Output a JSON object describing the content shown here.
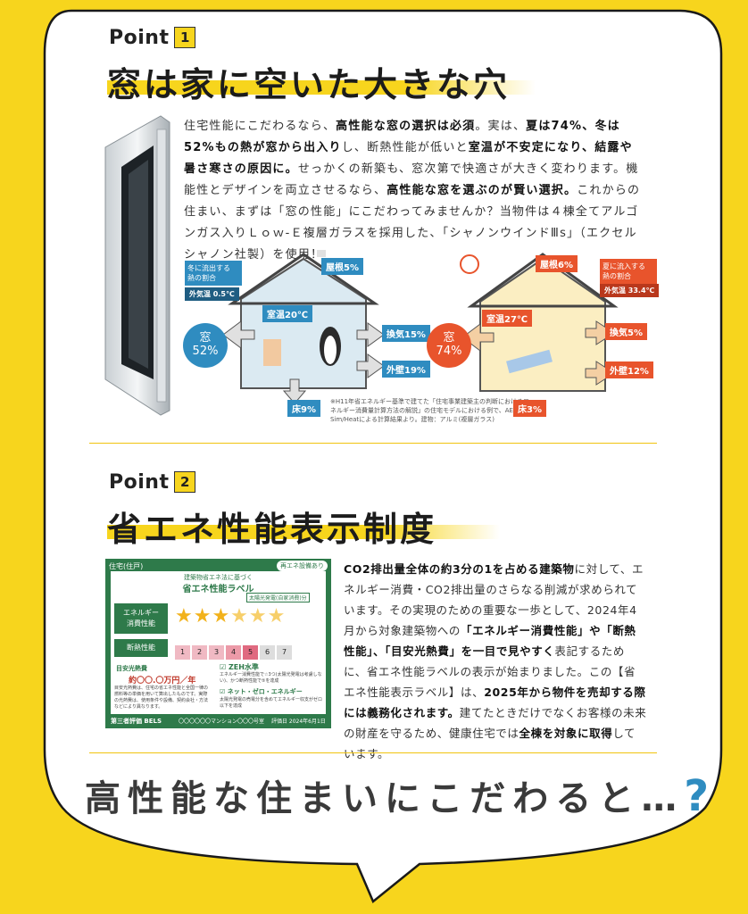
{
  "point1": {
    "label": "Point",
    "num": "1",
    "title": "窓は家に空いた大きな穴"
  },
  "p1": {
    "s1": "住宅性能にこだわるなら、",
    "b1": "高性能な窓の選択は必須",
    "s2": "。実は、",
    "b2": "夏は74%、冬は52%もの熱が窓から出入り",
    "s3": "し、断熱性能が低いと",
    "b3": "室温が不安定になり、結露や暑さ寒さの原因に。",
    "s4": "せっかくの新築も、窓次第で快適さが大きく変わります。機能性とデザインを両立させるなら、",
    "b4": "高性能な窓を選ぶのが賢い選択。",
    "s5": "これからの住まい、まずは「窓の性能」にこだわってみませんか？当物件は４棟全てアルゴンガス入りＬｏｗ-Ｅ複層ガラスを採用した、「シャノンウインドⅢs」（エクセルシャノン社製）を使用！"
  },
  "winter": {
    "caption": "冬に流出する\n熱の割合",
    "outside": "外気温 0.5℃",
    "room": "室温20℃",
    "roof": "屋根5%",
    "vent": "換気15%",
    "wall": "外壁19%",
    "floor": "床9%",
    "window_label": "窓",
    "window_pct": "52%",
    "note": "※H11年省エネルギー基準で建てた「住宅事業建築主の判断におけるエネルギー消費量計算方法の解説」の住宅モデルにおける例で、AE-Sim/Heatによる計算結果より。建物：アルミ(複層ガラス)"
  },
  "summer": {
    "caption": "夏に流入する\n熱の割合",
    "outside": "外気温 33.4℃",
    "room": "室温27℃",
    "roof": "屋根6%",
    "vent": "換気5%",
    "wall": "外壁12%",
    "floor": "床3%",
    "window_label": "窓",
    "window_pct": "74%"
  },
  "point2": {
    "label": "Point",
    "num": "2",
    "title": "省エネ性能表示制度"
  },
  "p2": {
    "b1": "CO2排出量全体の約3分の1を占める建築物",
    "s1": "に対して、エネルギー消費・CO2排出量のさらなる削減が求められています。その実現のための重要な一歩として、2024年4月から対象建築物への",
    "b2": "「エネルギー消費性能」や「断熱性能」、「目安光熱費」を一目で見やすく",
    "s2": "表記するために、省エネ性能ラベルの表示が始まりました。この【省エネ性能表示ラベル】は、",
    "b3": "2025年から物件を売却する際には義務化されます。",
    "s3": "建てたときだけでなくお客様の未来の財産を守るため、健康住宅では",
    "b4": "全棟を対象に取得",
    "s4": "しています。"
  },
  "label": {
    "corner": "住宅(住戸)",
    "badge": "再エネ設備あり",
    "head1": "建築物省エネ法に基づく",
    "head2": "省エネ性能ラベル",
    "solar": "太陽光発電(自家消費)分",
    "energy": "エネルギー\n消費性能",
    "insul": "断熱性能",
    "cost_title": "目安光熱費",
    "cost_value": "約〇〇.〇万円／年",
    "cost_note": "目安光熱費は、住宅の省エネ性能と全国一律の燃料等の単価を用いて算出したものです。実際の光熱費は、使用条件や設備、契約会社・方法などにより異なります。",
    "zeh": "ZEH水準",
    "zeh_note": "エネルギー消費性能で☆3つ(太陽光発電は考慮しない)、かつ断熱性能で⑤を達成",
    "net": "ネット・ゼロ・エネルギー",
    "net_note": "太陽光発電の売電分を含めてエネルギー収支がゼロ以下を達成",
    "bels": "第三者評価 BELS",
    "property": "〇〇〇〇〇〇マンション〇〇〇号室",
    "date": "評価日 2024年6月1日",
    "insul_levels": [
      "1",
      "2",
      "3",
      "4",
      "5",
      "6",
      "7"
    ]
  },
  "bottom": {
    "text": "高性能な住まいにこだわると…",
    "q": "?"
  },
  "colors": {
    "yellow": "#f7d51d",
    "label_green": "#2e7a4a",
    "accent_blue": "#2f8cc0",
    "accent_red": "#e8542c"
  }
}
